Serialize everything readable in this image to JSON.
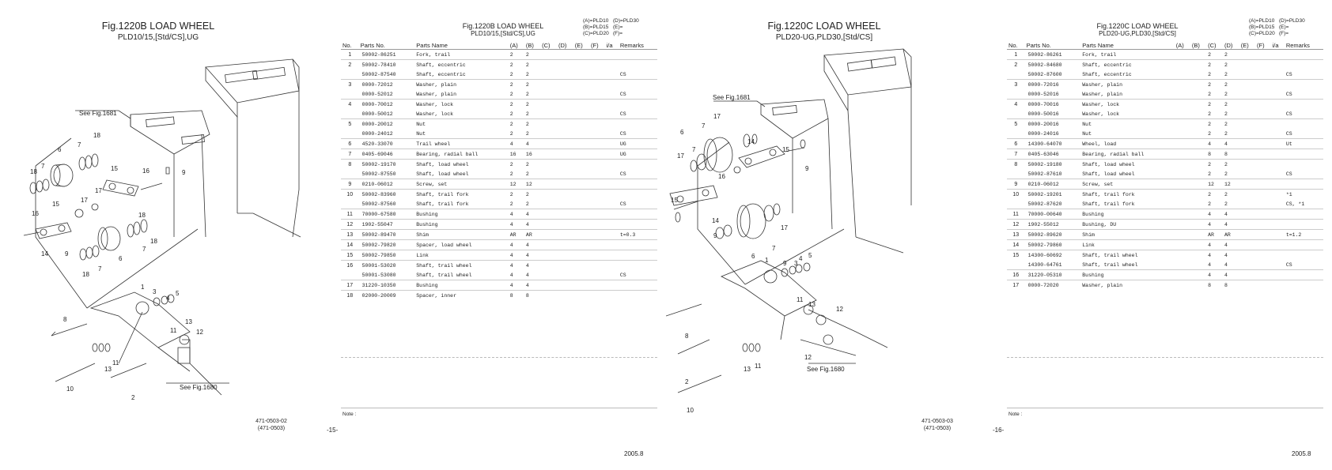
{
  "page1": {
    "fig_title": "Fig.1220B  LOAD WHEEL",
    "fig_subtitle": "PLD10/15,[Std/CS],UG",
    "see_labels": [
      "See Fig.1681",
      "See Fig.1680"
    ],
    "callouts": [
      "18",
      "7",
      "6",
      "18",
      "7",
      "15",
      "16",
      "9",
      "16",
      "15",
      "17",
      "17",
      "18",
      "18",
      "14",
      "9",
      "7",
      "6",
      "18",
      "7",
      "1",
      "3",
      "4",
      "5",
      "8",
      "11",
      "13",
      "12",
      "13",
      "11",
      "10",
      "2"
    ],
    "doc_code": "471-0503-02",
    "doc_code_paren": "(471-0503)",
    "page_number": "-15-"
  },
  "table1": {
    "fig_title": "Fig.1220B  LOAD WHEEL",
    "fig_subtitle": "PLD10/15,[Std/CS],UG",
    "legend": [
      [
        "(A)=PLD10",
        "(D)=PLD30"
      ],
      [
        "(B)=PLD15",
        "(E)="
      ],
      [
        "(C)=PLD20",
        "(F)="
      ]
    ],
    "headers": [
      "No.",
      "Parts No.",
      "Parts Name",
      "(A)",
      "(B)",
      "(C)",
      "(D)",
      "(E)",
      "(F)",
      "i/a",
      "Remarks"
    ],
    "rows": [
      {
        "no": "1",
        "pn": "50002-86251",
        "name": "Fork, trail",
        "a": "2",
        "b": "2",
        "rem": "",
        "sep": false
      },
      {
        "no": "2",
        "pn": "50002-78410",
        "name": "Shaft, eccentric",
        "a": "2",
        "b": "2",
        "rem": "",
        "sep": true
      },
      {
        "no": "",
        "pn": "50002-87540",
        "name": "Shaft, eccentric",
        "a": "2",
        "b": "2",
        "rem": "CS",
        "sep": false
      },
      {
        "no": "3",
        "pn": "0000-72012",
        "name": "Washer, plain",
        "a": "2",
        "b": "2",
        "rem": "",
        "sep": true
      },
      {
        "no": "",
        "pn": "0000-52012",
        "name": "Washer, plain",
        "a": "2",
        "b": "2",
        "rem": "CS",
        "sep": false
      },
      {
        "no": "4",
        "pn": "0000-70012",
        "name": "Washer, lock",
        "a": "2",
        "b": "2",
        "rem": "",
        "sep": true
      },
      {
        "no": "",
        "pn": "0000-50012",
        "name": "Washer, lock",
        "a": "2",
        "b": "2",
        "rem": "CS",
        "sep": false
      },
      {
        "no": "5",
        "pn": "0000-20012",
        "name": "Nut",
        "a": "2",
        "b": "2",
        "rem": "",
        "sep": true
      },
      {
        "no": "",
        "pn": "0000-24012",
        "name": "Nut",
        "a": "2",
        "b": "2",
        "rem": "CS",
        "sep": false
      },
      {
        "no": "6",
        "pn": "4520-33070",
        "name": "Trail wheel",
        "a": "4",
        "b": "4",
        "rem": "UG",
        "sep": true
      },
      {
        "no": "7",
        "pn": "0405-69046",
        "name": "Bearing, radial ball",
        "a": "16",
        "b": "16",
        "rem": "UG",
        "sep": true
      },
      {
        "no": "8",
        "pn": "50002-19170",
        "name": "Shaft, load wheel",
        "a": "2",
        "b": "2",
        "rem": "",
        "sep": true
      },
      {
        "no": "",
        "pn": "50002-87550",
        "name": "Shaft, load wheel",
        "a": "2",
        "b": "2",
        "rem": "CS",
        "sep": false
      },
      {
        "no": "9",
        "pn": "0210-06012",
        "name": "Screw, set",
        "a": "12",
        "b": "12",
        "rem": "",
        "sep": true
      },
      {
        "no": "10",
        "pn": "50002-83960",
        "name": "Shaft, trail fork",
        "a": "2",
        "b": "2",
        "rem": "",
        "sep": true
      },
      {
        "no": "",
        "pn": "50002-87560",
        "name": "Shaft, trail fork",
        "a": "2",
        "b": "2",
        "rem": "CS",
        "sep": false
      },
      {
        "no": "11",
        "pn": "70000-67580",
        "name": "Bushing",
        "a": "4",
        "b": "4",
        "rem": "",
        "sep": true
      },
      {
        "no": "12",
        "pn": "1902-55047",
        "name": "Bushing",
        "a": "4",
        "b": "4",
        "rem": "",
        "sep": true
      },
      {
        "no": "13",
        "pn": "50002-89470",
        "name": "Shim",
        "a": "AR",
        "b": "AR",
        "rem": "t=0.3",
        "sep": true
      },
      {
        "no": "14",
        "pn": "50002-79820",
        "name": "Spacer, load wheel",
        "a": "4",
        "b": "4",
        "rem": "",
        "sep": true
      },
      {
        "no": "15",
        "pn": "50002-79850",
        "name": "Link",
        "a": "4",
        "b": "4",
        "rem": "",
        "sep": true
      },
      {
        "no": "16",
        "pn": "50001-53020",
        "name": "Shaft, trail wheel",
        "a": "4",
        "b": "4",
        "rem": "",
        "sep": true
      },
      {
        "no": "",
        "pn": "50001-53080",
        "name": "Shaft, trail wheel",
        "a": "4",
        "b": "4",
        "rem": "CS",
        "sep": false
      },
      {
        "no": "17",
        "pn": "31220-10350",
        "name": "Bushing",
        "a": "4",
        "b": "4",
        "rem": "",
        "sep": true
      },
      {
        "no": "18",
        "pn": "02000-20009",
        "name": "Spacer, inner",
        "a": "8",
        "b": "8",
        "rem": "",
        "sep": true
      }
    ],
    "note_label": "Note :",
    "date": "2005.8"
  },
  "page2": {
    "fig_title": "Fig.1220C  LOAD WHEEL",
    "fig_subtitle": "PLD20-UG,PLD30,[Std/CS]",
    "see_labels": [
      "See Fig.1681",
      "See Fig.1680"
    ],
    "callouts": [
      "17",
      "6",
      "7",
      "14",
      "15",
      "9",
      "16",
      "17",
      "7",
      "15",
      "14",
      "9",
      "17",
      "7",
      "6",
      "1",
      "9",
      "3",
      "4",
      "5",
      "11",
      "13",
      "12",
      "8",
      "12",
      "2",
      "13",
      "11",
      "10"
    ],
    "doc_code": "471-0503-03",
    "doc_code_paren": "(471-0503)",
    "page_number": "-16-"
  },
  "table2": {
    "fig_title": "Fig.1220C  LOAD WHEEL",
    "fig_subtitle": "PLD20-UG,PLD30,[Std/CS]",
    "legend": [
      [
        "(A)=PLD10",
        "(D)=PLD30"
      ],
      [
        "(B)=PLD15",
        "(E)="
      ],
      [
        "(C)=PLD20",
        "(F)="
      ]
    ],
    "headers": [
      "No.",
      "Parts No.",
      "Parts Name",
      "(A)",
      "(B)",
      "(C)",
      "(D)",
      "(E)",
      "(F)",
      "i/a",
      "Remarks"
    ],
    "rows": [
      {
        "no": "1",
        "pn": "50002-86261",
        "name": "Fork, trail",
        "c": "2",
        "d": "2",
        "rem": "",
        "sep": false
      },
      {
        "no": "2",
        "pn": "50002-84680",
        "name": "Shaft, eccentric",
        "c": "2",
        "d": "2",
        "rem": "",
        "sep": true
      },
      {
        "no": "",
        "pn": "50002-87600",
        "name": "Shaft, eccentric",
        "c": "2",
        "d": "2",
        "rem": "CS",
        "sep": false
      },
      {
        "no": "3",
        "pn": "0000-72016",
        "name": "Washer, plain",
        "c": "2",
        "d": "2",
        "rem": "",
        "sep": true
      },
      {
        "no": "",
        "pn": "0000-52016",
        "name": "Washer, plain",
        "c": "2",
        "d": "2",
        "rem": "CS",
        "sep": false
      },
      {
        "no": "4",
        "pn": "0000-70016",
        "name": "Washer, lock",
        "c": "2",
        "d": "2",
        "rem": "",
        "sep": true
      },
      {
        "no": "",
        "pn": "0000-50016",
        "name": "Washer, lock",
        "c": "2",
        "d": "2",
        "rem": "CS",
        "sep": false
      },
      {
        "no": "5",
        "pn": "0000-20016",
        "name": "Nut",
        "c": "2",
        "d": "2",
        "rem": "",
        "sep": true
      },
      {
        "no": "",
        "pn": "0000-24016",
        "name": "Nut",
        "c": "2",
        "d": "2",
        "rem": "CS",
        "sep": false
      },
      {
        "no": "6",
        "pn": "14300-64070",
        "name": "Wheel, load",
        "c": "4",
        "d": "4",
        "rem": "Ut",
        "sep": true
      },
      {
        "no": "7",
        "pn": "0405-63046",
        "name": "Bearing, radial ball",
        "c": "8",
        "d": "8",
        "rem": "",
        "sep": true
      },
      {
        "no": "8",
        "pn": "50002-19180",
        "name": "Shaft, load wheel",
        "c": "2",
        "d": "2",
        "rem": "",
        "sep": true
      },
      {
        "no": "",
        "pn": "50002-87610",
        "name": "Shaft, load wheel",
        "c": "2",
        "d": "2",
        "rem": "CS",
        "sep": false
      },
      {
        "no": "9",
        "pn": "0210-06012",
        "name": "Screw, set",
        "c": "12",
        "d": "12",
        "rem": "",
        "sep": true
      },
      {
        "no": "10",
        "pn": "50002-19201",
        "name": "Shaft, trail fork",
        "c": "2",
        "d": "2",
        "rem": "*1",
        "sep": true
      },
      {
        "no": "",
        "pn": "50002-87620",
        "name": "Shaft, trail fork",
        "c": "2",
        "d": "2",
        "rem": "CS, *1",
        "sep": false
      },
      {
        "no": "11",
        "pn": "70000-00640",
        "name": "Bushing",
        "c": "4",
        "d": "4",
        "rem": "",
        "sep": true
      },
      {
        "no": "12",
        "pn": "1902-55012",
        "name": "Bushing, DU",
        "c": "4",
        "d": "4",
        "rem": "",
        "sep": true
      },
      {
        "no": "13",
        "pn": "50002-89620",
        "name": "Shim",
        "c": "AR",
        "d": "AR",
        "rem": "t=1.2",
        "sep": true
      },
      {
        "no": "14",
        "pn": "50002-79860",
        "name": "Link",
        "c": "4",
        "d": "4",
        "rem": "",
        "sep": true
      },
      {
        "no": "15",
        "pn": "14300-60692",
        "name": "Shaft, trail wheel",
        "c": "4",
        "d": "4",
        "rem": "",
        "sep": true
      },
      {
        "no": "",
        "pn": "14300-64761",
        "name": "Shaft, trail wheel",
        "c": "4",
        "d": "4",
        "rem": "CS",
        "sep": false
      },
      {
        "no": "16",
        "pn": "31220-05310",
        "name": "Bushing",
        "c": "4",
        "d": "4",
        "rem": "",
        "sep": true
      },
      {
        "no": "17",
        "pn": "0000-72020",
        "name": "Washer, plain",
        "c": "8",
        "d": "8",
        "rem": "",
        "sep": true
      }
    ],
    "note_label": "Note :",
    "date": "2005.8"
  }
}
